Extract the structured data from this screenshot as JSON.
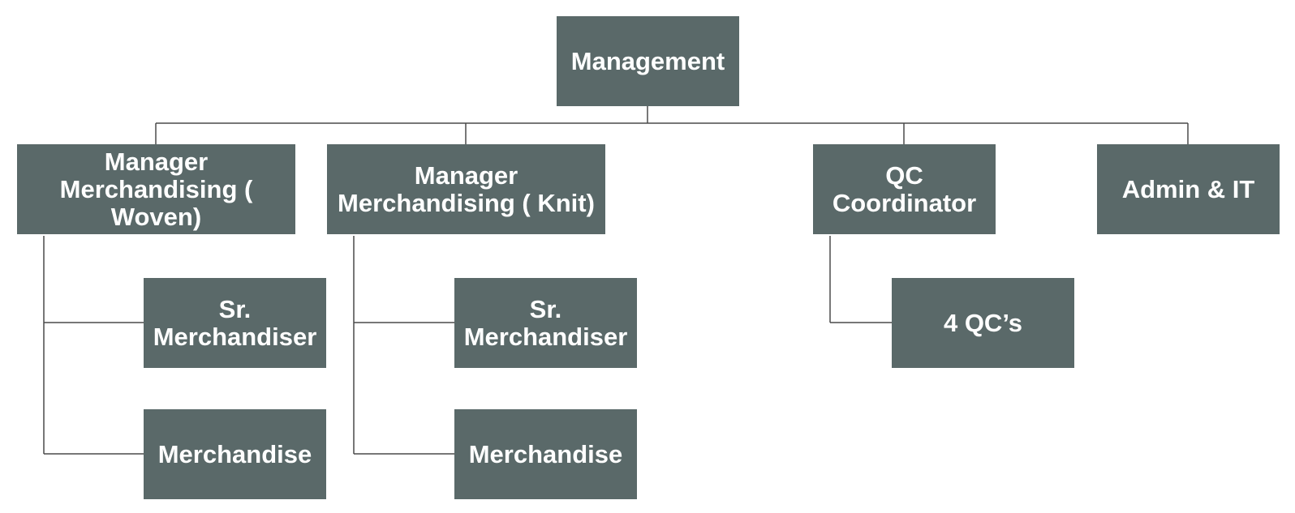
{
  "colors": {
    "box": "#5a6969",
    "line": "#4a4a4a",
    "text": "#ffffff"
  },
  "nodes": {
    "management": "Management",
    "merch_woven": "Manager\nMerchandising (\nWoven)",
    "merch_knit": "Manager\nMerchandising ( Knit)",
    "qc_coordinator": "QC\nCoordinator",
    "admin_it": "Admin & IT",
    "woven_sr_merchandiser": "Sr.\nMerchandiser",
    "woven_merchandise": "Merchandise",
    "knit_sr_merchandiser": "Sr.\nMerchandiser",
    "knit_merchandise": "Merchandise",
    "qcs": "4 QC’s"
  }
}
